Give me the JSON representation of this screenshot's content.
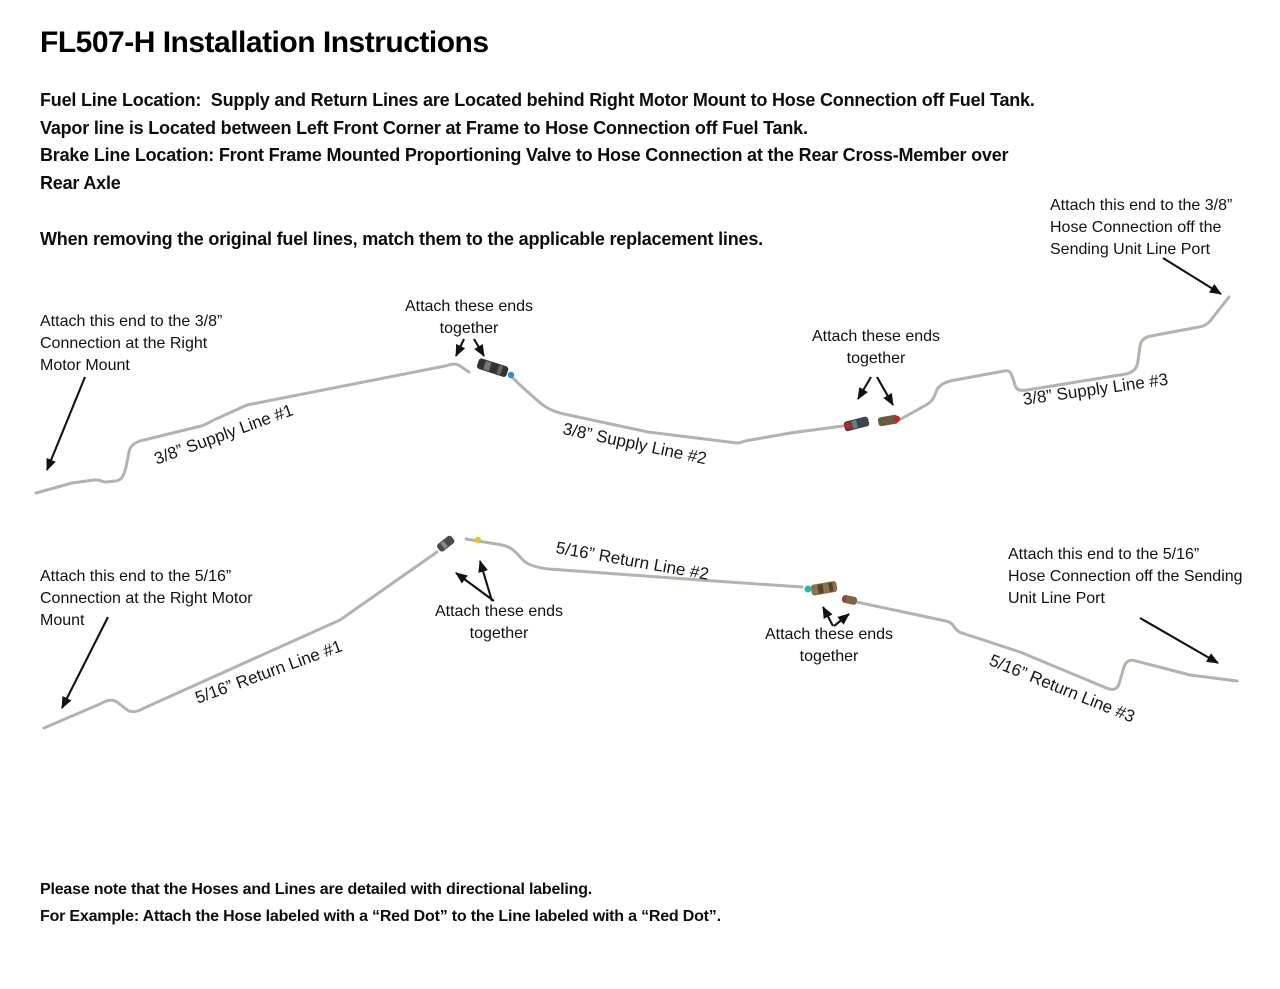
{
  "title": "FL507-H Installation Instructions",
  "intro": "Fuel Line Location:  Supply and Return Lines are Located behind Right Motor Mount to Hose Connection off Fuel Tank.\nVapor line is Located between Left Front Corner at Frame to Hose Connection off Fuel Tank.\nBrake Line Location: Front Frame Mounted Proportioning Valve to Hose Connection at the Rear Cross-Member over\nRear Axle",
  "removing_note": "When removing the original fuel lines, match them to the applicable replacement lines.",
  "supply": {
    "attach_left": "Attach this end to the 3/8”\nConnection at the Right\nMotor Mount",
    "attach_mid1": "Attach these ends\ntogether",
    "attach_mid2": "Attach these ends\ntogether",
    "attach_right": "Attach this end to the 3/8”\nHose Connection off the\nSending Unit Line Port",
    "line1_label": "3/8” Supply Line #1",
    "line2_label": "3/8” Supply Line #2",
    "line3_label": "3/8” Supply Line #3"
  },
  "return": {
    "attach_left": "Attach this end to the 5/16”\nConnection at the Right Motor\nMount",
    "attach_mid1": "Attach these ends\ntogether",
    "attach_mid2": "Attach these ends\ntogether",
    "attach_right": "Attach this end to the 5/16”\nHose Connection off the Sending\nUnit Line Port",
    "line1_label": "5/16” Return Line #1",
    "line2_label": "5/16” Return Line #2",
    "line3_label": "5/16” Return Line #3"
  },
  "footer": "Please note that the Hoses and Lines are detailed with directional labeling.\nFor Example: Attach the Hose labeled with a “Red Dot” to the Line labeled with a “Red Dot”.",
  "colors": {
    "tube": "#b3b3ac",
    "red_dot": "#cc2020",
    "blue_dot": "#2f8fd0",
    "teal_dot": "#29b9a0",
    "yellow_dot": "#e6c62e",
    "dark_fitting": "#333333",
    "tan_fitting": "#8a7450"
  }
}
